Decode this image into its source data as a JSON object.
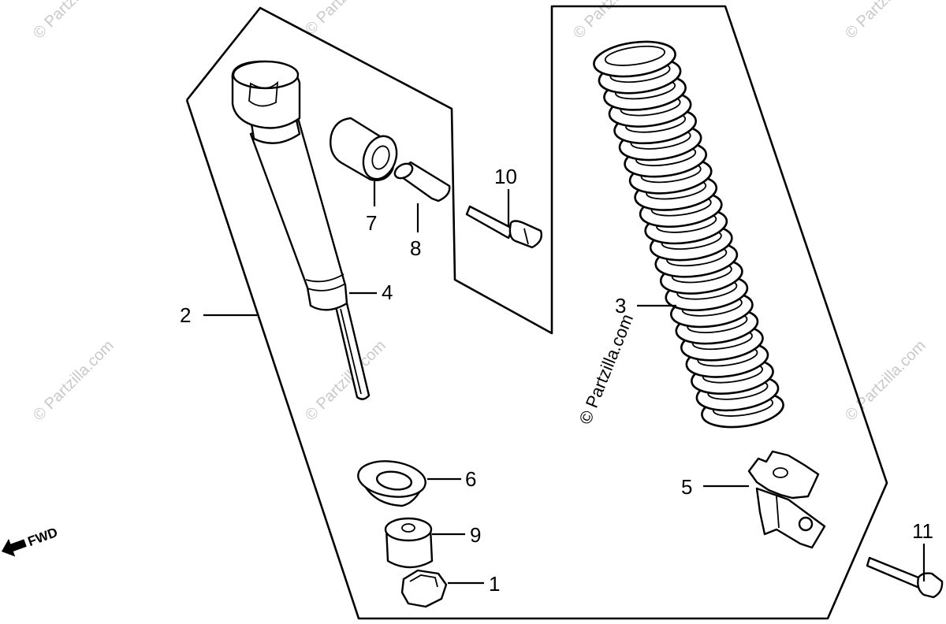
{
  "diagram": {
    "callouts": {
      "p1": "1",
      "p2": "2",
      "p3": "3",
      "p4": "4",
      "p5": "5",
      "p6": "6",
      "p7": "7",
      "p8": "8",
      "p9": "9",
      "p10": "10",
      "p11": "11"
    },
    "direction_label": "FWD",
    "watermark_main": "© Partzilla.com",
    "watermark_faint": "© Partzilla.com"
  }
}
